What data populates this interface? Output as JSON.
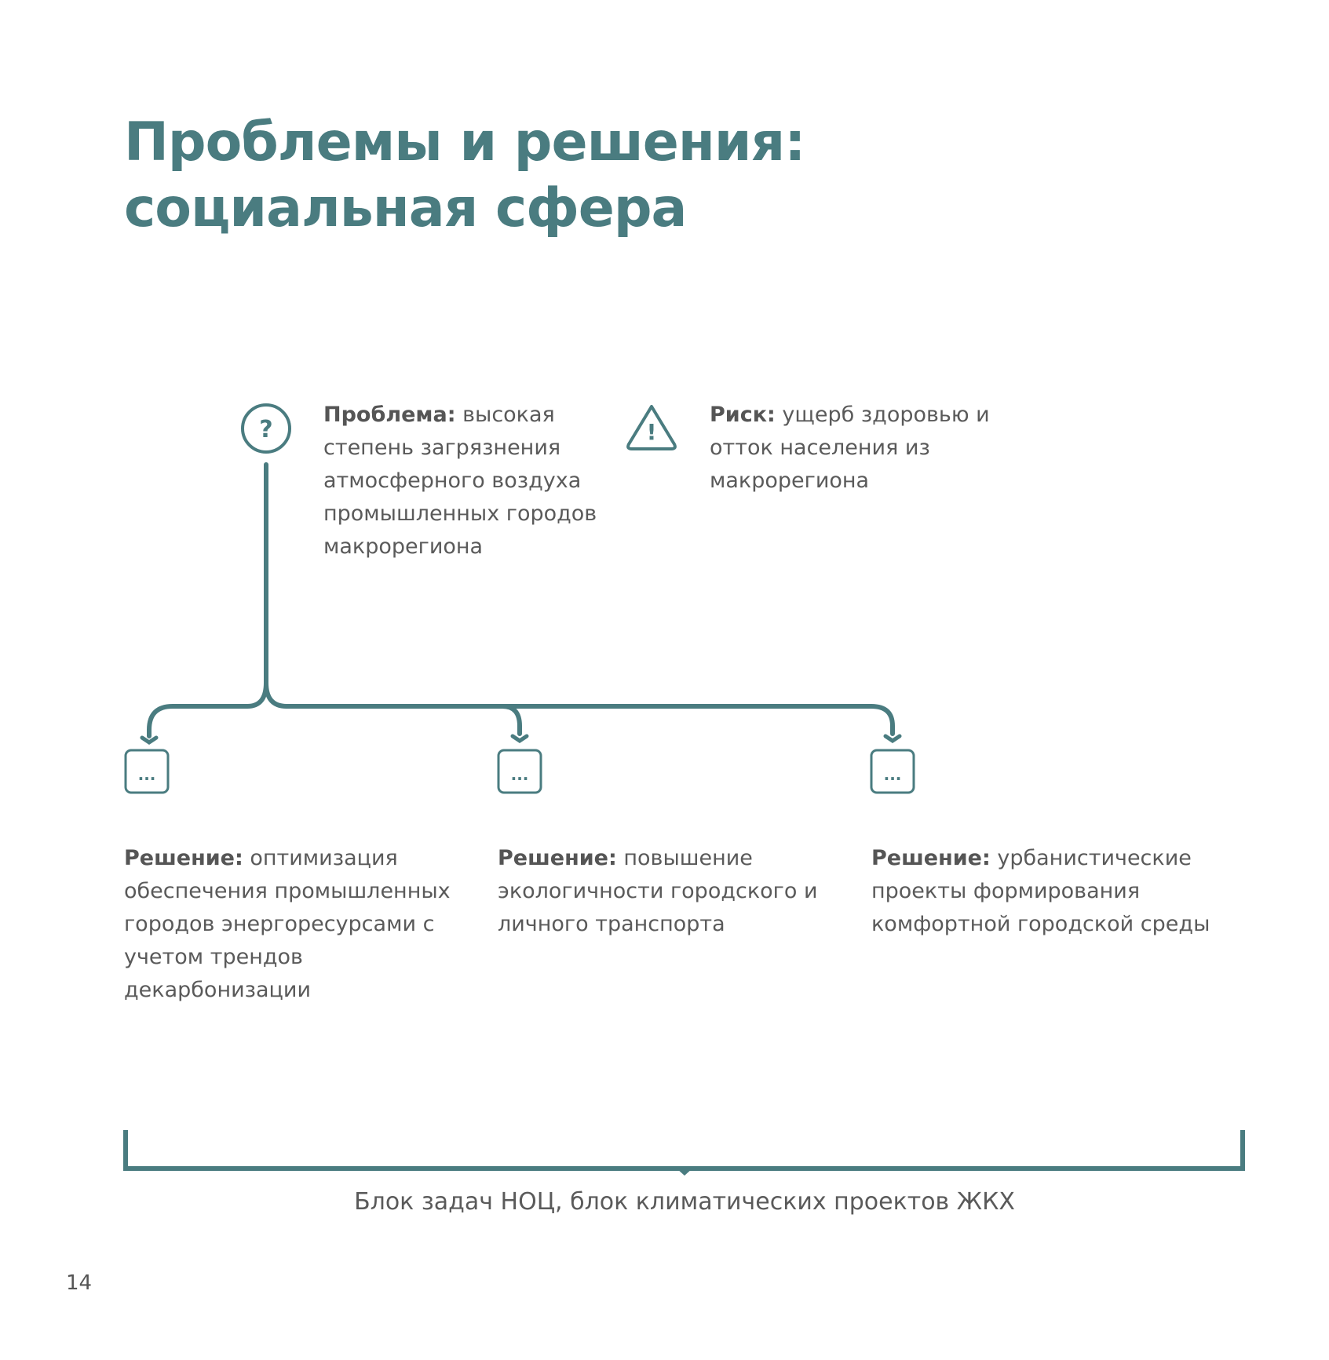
{
  "title": {
    "line1": "Проблемы и решения:",
    "line2": "социальная сфера"
  },
  "problem": {
    "icon": "question-circle-icon",
    "label": "Проблема:",
    "text": " высокая степень загрязнения атмосферного воздуха промышленных городов макрорегиона"
  },
  "risk": {
    "icon": "warning-triangle-icon",
    "label": "Риск:",
    "text": " ущерб здоровью и отток населения из макрорегиона"
  },
  "solutions": [
    {
      "icon": "ellipsis-box-icon",
      "box_text": "...",
      "label": "Решение:",
      "text": " оптимизация обеспечения промышленных городов энергоресурсами с учетом трендов декарбонизации"
    },
    {
      "icon": "ellipsis-box-icon",
      "box_text": "...",
      "label": "Решение:",
      "text": " повышение экологичности городского и личного транспорта"
    },
    {
      "icon": "ellipsis-box-icon",
      "box_text": "...",
      "label": "Решение:",
      "text": " урбанистические проекты формирования комфортной городской среды"
    }
  ],
  "footer_block": "Блок задач НОЦ, блок климатических проектов ЖКХ",
  "page_number": "14",
  "colors": {
    "accent": "#4a7c80",
    "text": "#555555"
  }
}
